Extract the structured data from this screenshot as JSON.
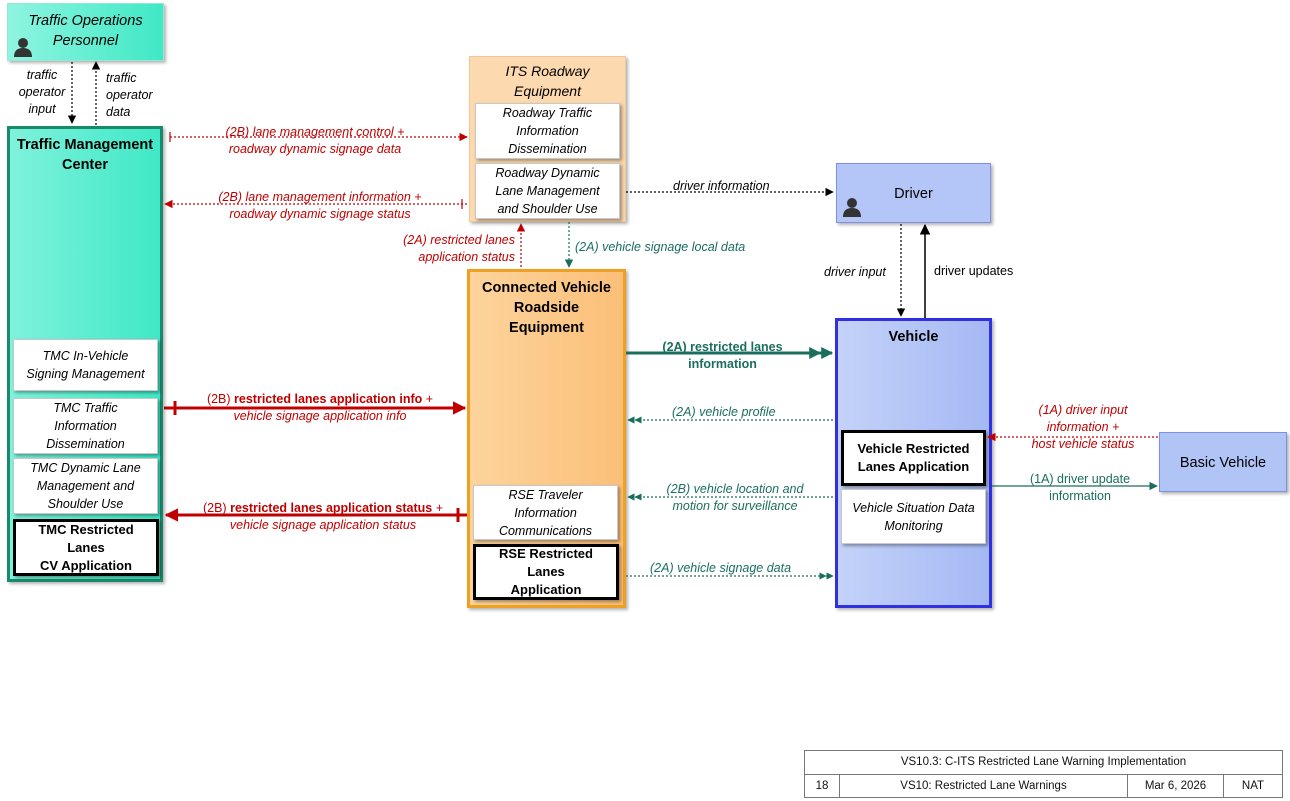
{
  "nodes": {
    "traffic_ops": "Traffic Operations\nPersonnel",
    "its_roadway": "ITS Roadway\nEquipment",
    "its_sub1": "Roadway Traffic\nInformation\nDissemination",
    "its_sub2": "Roadway Dynamic\nLane Management\nand Shoulder Use",
    "driver": "Driver",
    "tmc": "Traffic Management\nCenter",
    "tmc_sub1": "TMC In-Vehicle\nSigning Management",
    "tmc_sub2": "TMC Traffic\nInformation\nDissemination",
    "tmc_sub3": "TMC Dynamic Lane\nManagement and\nShoulder Use",
    "tmc_sub4": "TMC Restricted Lanes\nCV Application",
    "rse": "Connected Vehicle\nRoadside\nEquipment",
    "rse_sub1": "RSE Traveler\nInformation\nCommunications",
    "rse_sub2": "RSE Restricted Lanes\nApplication",
    "vehicle": "Vehicle",
    "veh_sub1": "Vehicle Restricted\nLanes Application",
    "veh_sub2": "Vehicle Situation Data\nMonitoring",
    "basic_vehicle": "Basic Vehicle"
  },
  "flows": {
    "ops_input": "traffic\noperator\ninput",
    "ops_data": "traffic\noperator\ndata",
    "f1": "(2B) lane management control +\nroadway dynamic signage data",
    "f2": "(2B) lane management information +\nroadway dynamic signage status",
    "f3": "driver information",
    "f4": "(2A) restricted lanes\napplication status",
    "f5": "(2A) vehicle signage local data",
    "f6": "driver input",
    "f7": "driver updates",
    "f8": "(2A) restricted lanes\ninformation",
    "f9_prefix": "(2B) ",
    "f9_bold": "restricted lanes application info",
    "f9_suffix": " +",
    "f9_line2": "vehicle signage application info",
    "f10": "(2A) vehicle profile",
    "f11": "(1A) driver input\ninformation +\nhost vehicle status",
    "f12": "(1A) driver update\ninformation",
    "f13": "(2B) vehicle location and\nmotion for surveillance",
    "f14_prefix": "(2B) ",
    "f14_bold": "restricted lanes application status",
    "f14_suffix": " +",
    "f14_line2": "vehicle signage application status",
    "f15": "(2A) vehicle signage data"
  },
  "footer": {
    "title": "VS10.3: C-ITS Restricted Lane Warning Implementation",
    "page": "18",
    "name": "VS10: Restricted Lane Warnings",
    "date": "Mar 6, 2026",
    "org": "NAT"
  },
  "colors": {
    "tmc_fill": "#5ef0d2",
    "tmc_border": "#1a8a6a",
    "rse_fill": "#fbc88a",
    "rse_border": "#f0a020",
    "vehicle_fill": "#b0c2f6",
    "vehicle_border": "#3030e0",
    "red_flow": "#c00000",
    "green_flow": "#1a6e5e"
  },
  "icons": [
    "person-icon"
  ]
}
